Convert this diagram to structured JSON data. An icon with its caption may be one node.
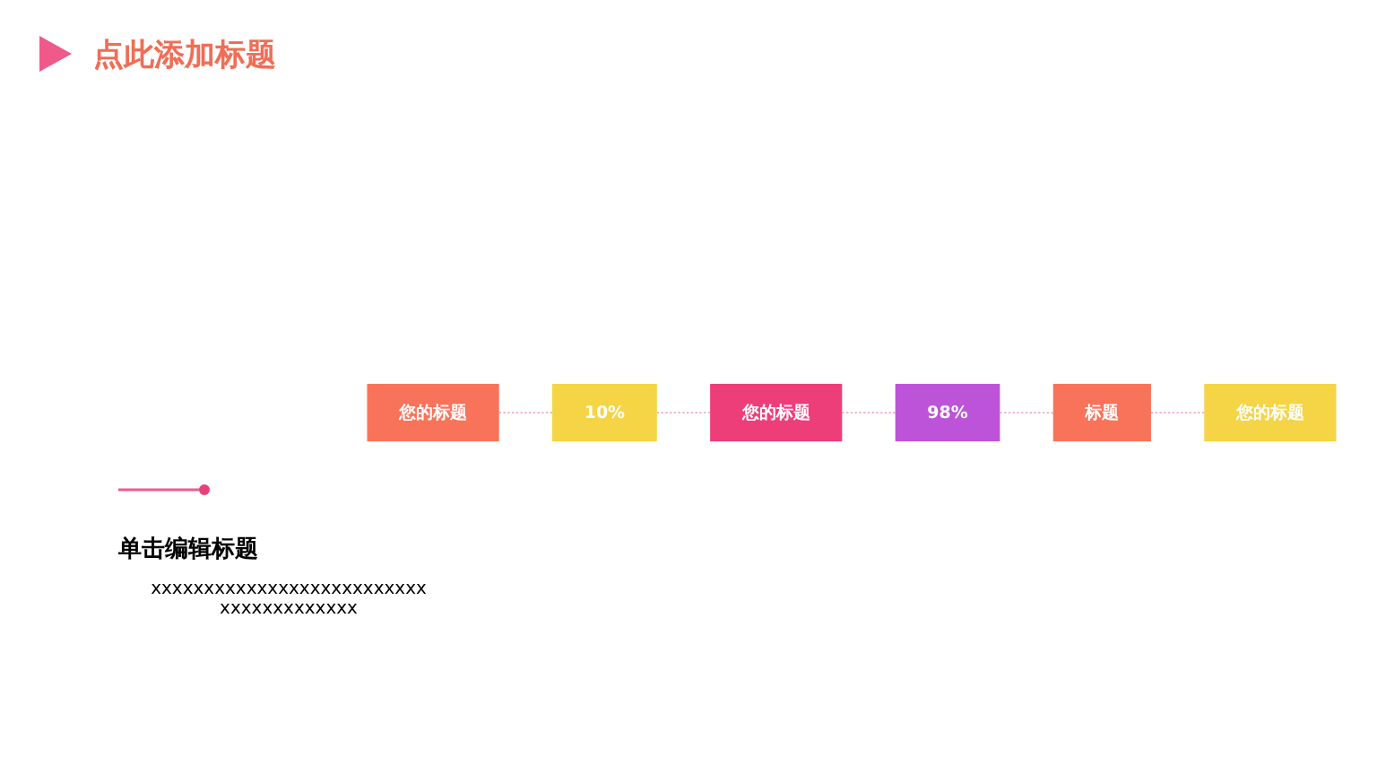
{
  "diagram": {
    "title": "点此添加标题",
    "nodes": [
      {
        "text": [
          "您的标题"
        ]
      },
      {
        "text": [
          "10%"
        ]
      },
      {
        "text": [
          "您的标题"
        ]
      },
      {
        "text": [
          "98%"
        ]
      },
      {
        "text": [
          "标题"
        ]
      },
      {
        "text": [
          "您的标题"
        ]
      }
    ],
    "edges": [
      {
        "from": 0,
        "to": 1,
        "arrow": "none",
        "style": "dashed"
      },
      {
        "from": 1,
        "to": 2,
        "arrow": "none",
        "style": "dashed"
      },
      {
        "from": 2,
        "to": 3,
        "arrow": "none",
        "style": "dashed"
      },
      {
        "from": 3,
        "to": 4,
        "arrow": "none",
        "style": "dashed"
      },
      {
        "from": 4,
        "to": 5,
        "arrow": "none",
        "style": "dashed"
      }
    ],
    "labels": [
      "单击编辑标题",
      "xxxxxxxxxxxxxxxxxxxxxxxxxx xxxxxxxxxxxxx"
    ]
  }
}
